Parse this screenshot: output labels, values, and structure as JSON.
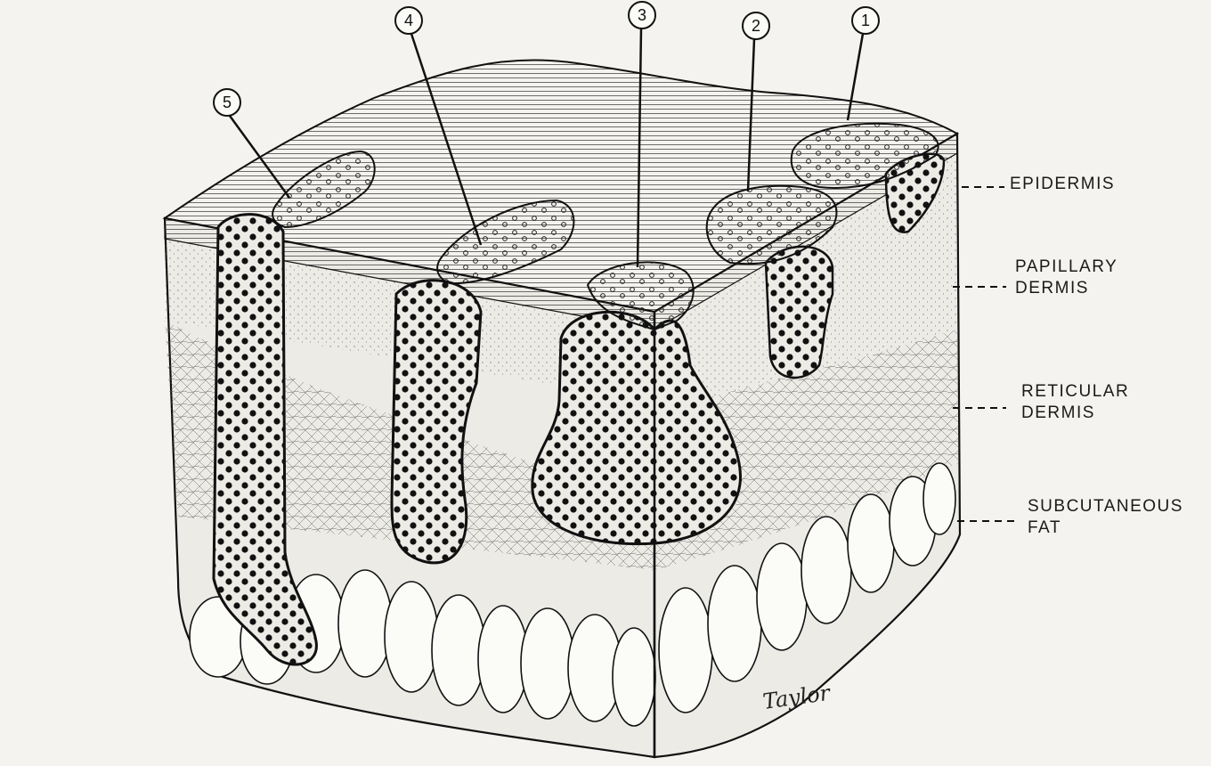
{
  "markers": [
    "1",
    "2",
    "3",
    "4",
    "5"
  ],
  "layers": {
    "epidermis": "EPIDERMIS",
    "papillary_dermis": "PAPILLARY\nDERMIS",
    "reticular_dermis": "RETICULAR\nDERMIS",
    "subcutaneous_fat": "SUBCUTANEOUS\nFAT"
  },
  "signature": "Taylor",
  "colors": {
    "ink": "#111111",
    "paper": "#f4f3ef",
    "stipple": "#e9e8e2"
  }
}
